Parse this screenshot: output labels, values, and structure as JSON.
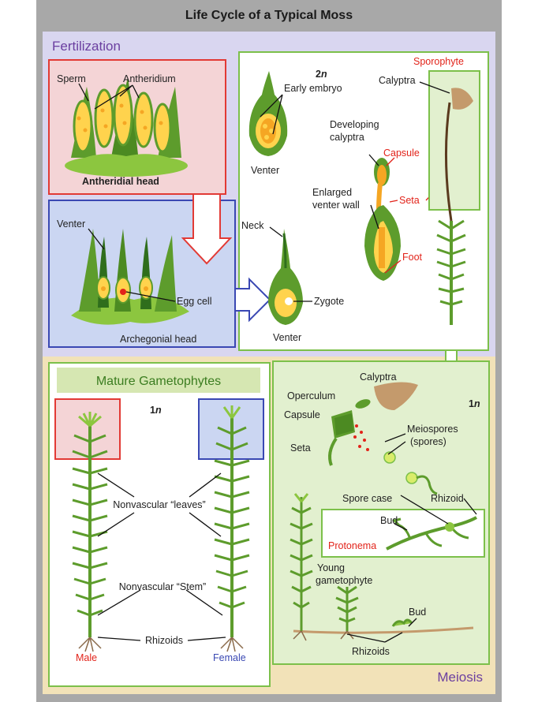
{
  "title": "Life Cycle of a Typical Moss",
  "sections": {
    "fertilization": "Fertilization",
    "meiosis": "Meiosis",
    "mature_gametophytes": "Mature Gametophytes"
  },
  "ploidy": {
    "diploid_prefix": "2",
    "haploid_prefix": "1",
    "suffix": "n"
  },
  "labels": {
    "sperm": "Sperm",
    "antheridium": "Antheridium",
    "antheridial_head": "Antheridial head",
    "venter_top": "Venter",
    "egg_cell": "Egg cell",
    "archegonial_head": "Archegonial head",
    "early_embryo": "Early embryo",
    "venter_embryo": "Venter",
    "neck": "Neck",
    "zygote": "Zygote",
    "venter_zygote": "Venter",
    "developing_calyptra_1": "Developing",
    "developing_calyptra_2": "calyptra",
    "capsule_red": "Capsule",
    "enlarged_1": "Enlarged",
    "enlarged_2": "venter wall",
    "seta_red": "Seta",
    "foot": "Foot",
    "sporophyte": "Sporophyte",
    "calyptra_top": "Calyptra",
    "calyptra_bottom": "Calyptra",
    "operculum": "Operculum",
    "capsule": "Capsule",
    "seta": "Seta",
    "meiospores_1": "Meiospores",
    "meiospores_2": "(spores)",
    "spore_case": "Spore case",
    "rhizoid": "Rhizoid",
    "bud_protonema": "Bud",
    "protonema": "Protonema",
    "young_1": "Young",
    "young_2": "gametophyte",
    "bud_ground": "Bud",
    "rhizoids_right": "Rhizoids",
    "nonvascular_leaves": "Nonvascular “leaves”",
    "nonvascular_stem": "Nonvascular “Stem”",
    "rhizoids_left": "Rhizoids",
    "male": "Male",
    "female": "Female"
  },
  "colors": {
    "frame": "#a8a8a8",
    "fertilization_bg": "#d9d6f0",
    "meiosis_bg": "#f2e2b8",
    "male_box": "#f4d4d6",
    "male_border": "#e23a35",
    "female_box": "#cbd6f2",
    "female_border": "#3a48b3",
    "green_border": "#7cc04a",
    "mature_banner": "#d6e7b2",
    "plant_green": "#5d9c2c",
    "plant_dark": "#2f6e1c",
    "orange": "#f5a623",
    "yellow": "#ffd34d",
    "label_red": "#e2231a"
  }
}
